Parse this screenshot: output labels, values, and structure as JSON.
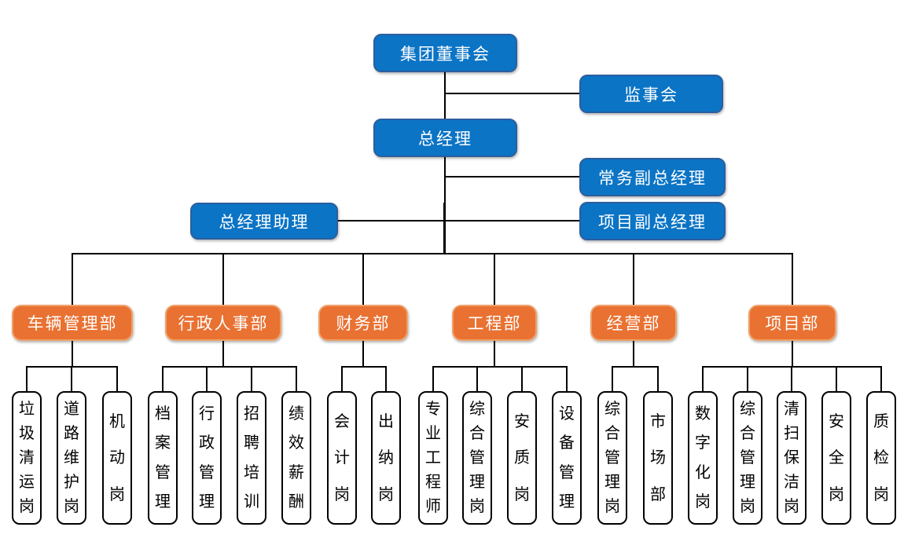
{
  "org": {
    "executives": [
      {
        "label": "集团董事会"
      },
      {
        "label": "监事会"
      },
      {
        "label": "总经理"
      },
      {
        "label": "常务副总经理"
      },
      {
        "label": "总经理助理"
      },
      {
        "label": "项目副总经理"
      }
    ],
    "departments": [
      {
        "label": "车辆管理部",
        "children": [
          "垃圾清运岗",
          "道路维护岗",
          "机动岗"
        ]
      },
      {
        "label": "行政人事部",
        "children": [
          "档案管理",
          "行政管理",
          "招聘培训",
          "绩效薪酬"
        ]
      },
      {
        "label": "财务部",
        "children": [
          "会计岗",
          "出纳岗"
        ]
      },
      {
        "label": "工程部",
        "children": [
          "专业工程师",
          "综合管理岗",
          "安质岗",
          "设备管理"
        ]
      },
      {
        "label": "经营部",
        "children": [
          "综合管理岗",
          "市场部"
        ]
      },
      {
        "label": "项目部",
        "children": [
          "数字化岗",
          "综合管理岗",
          "清扫保洁岗",
          "安全岗",
          "质检岗"
        ]
      }
    ],
    "colors": {
      "executive_fill": "#0b74c5",
      "executive_border": "#2c5e9e",
      "department_fill": "#e97132",
      "department_border": "#efa169",
      "position_fill": "#ffffff",
      "connector": "#000000"
    }
  }
}
